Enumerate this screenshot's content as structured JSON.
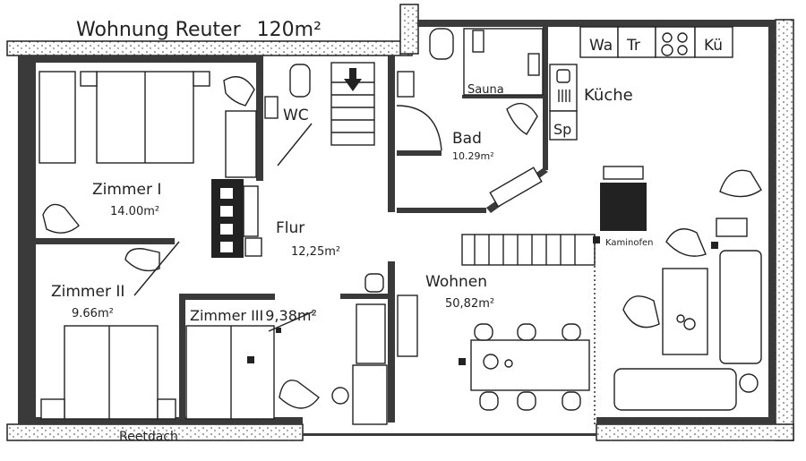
{
  "title": {
    "name": "Wohnung Reuter",
    "area": "120m²"
  },
  "rooms": {
    "zimmer1": {
      "label": "Zimmer I",
      "area": "14.00m²"
    },
    "zimmer2": {
      "label": "Zimmer II",
      "area": "9.66m²"
    },
    "zimmer3": {
      "label": "Zimmer III",
      "area": "9,38m²"
    },
    "flur": {
      "label": "Flur",
      "area": "12,25m²"
    },
    "wc": {
      "label": "WC"
    },
    "bad": {
      "label": "Bad",
      "area": "10.29m²"
    },
    "sauna": {
      "label": "Sauna"
    },
    "kueche": {
      "label": "Küche"
    },
    "wohnen": {
      "label": "Wohnen",
      "area": "50,82m²"
    }
  },
  "appliances": {
    "wa": "Wa",
    "tr": "Tr",
    "kue": "Kü",
    "sp": "Sp"
  },
  "annotations": {
    "kaminofen": "Kaminofen",
    "reetdach": "Reetdach"
  }
}
